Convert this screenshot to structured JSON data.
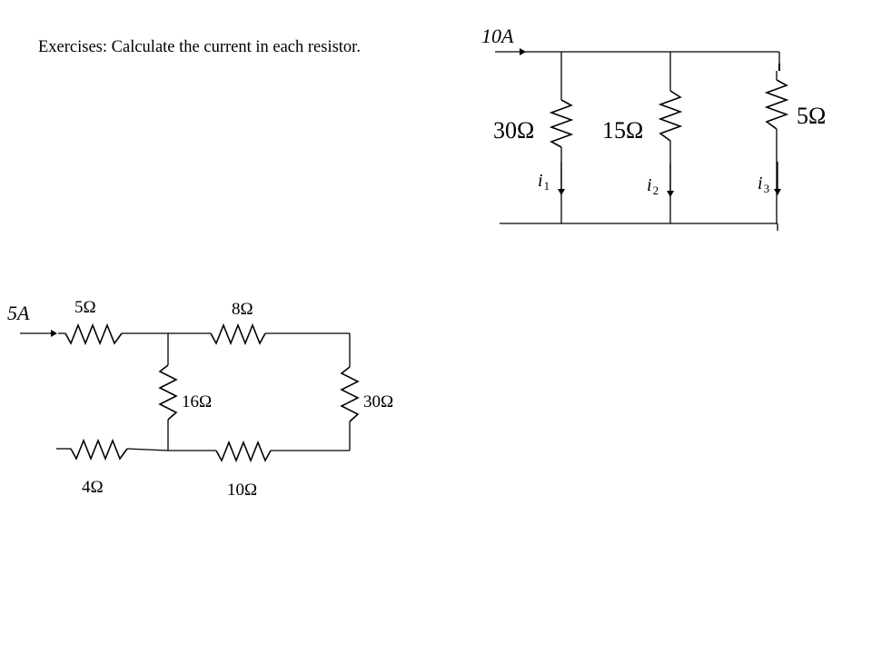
{
  "title": "Exercises: Calculate the current in each resistor.",
  "circuit1": {
    "source_label": "10A",
    "resistors": [
      {
        "label": "30Ω",
        "current_symbol": "i",
        "current_sub": "1"
      },
      {
        "label": "15Ω",
        "current_symbol": "i",
        "current_sub": "2"
      },
      {
        "label": "5Ω",
        "current_symbol": "i",
        "current_sub": "3"
      }
    ]
  },
  "circuit2": {
    "source_label": "5A",
    "resistors": {
      "r5": "5Ω",
      "r8": "8Ω",
      "r16": "16Ω",
      "r30": "30Ω",
      "r4": "4Ω",
      "r10": "10Ω"
    }
  }
}
